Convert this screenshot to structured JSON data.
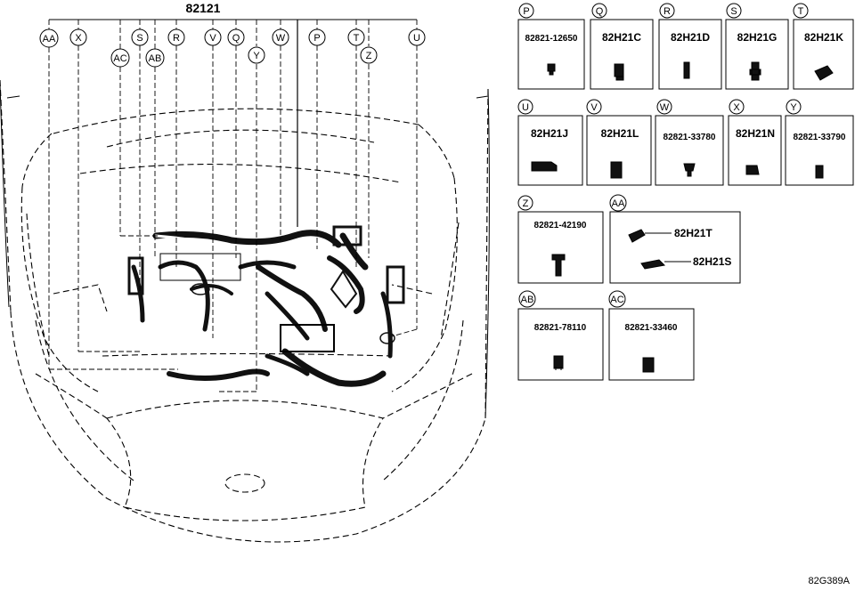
{
  "main_part_number": "82121",
  "document_code": "82G389A",
  "callouts_row1": [
    "AA",
    "X",
    "S",
    "R",
    "V",
    "Q",
    "W",
    "P",
    "T",
    "U"
  ],
  "callouts_row2": [
    "AC",
    "AB",
    "Y",
    "Z"
  ],
  "parts": [
    {
      "id": "P",
      "label": "P",
      "number": "82821-12650"
    },
    {
      "id": "Q",
      "label": "Q",
      "number": "82H21C"
    },
    {
      "id": "R",
      "label": "R",
      "number": "82H21D"
    },
    {
      "id": "S",
      "label": "S",
      "number": "82H21G"
    },
    {
      "id": "T",
      "label": "T",
      "number": "82H21K"
    },
    {
      "id": "U",
      "label": "U",
      "number": "82H21J"
    },
    {
      "id": "V",
      "label": "V",
      "number": "82H21L"
    },
    {
      "id": "W",
      "label": "W",
      "number": "82821-33780"
    },
    {
      "id": "X",
      "label": "X",
      "number": "82H21N"
    },
    {
      "id": "Y",
      "label": "Y",
      "number": "82821-33790"
    },
    {
      "id": "Z",
      "label": "Z",
      "number": "82821-42190"
    },
    {
      "id": "AA",
      "label": "AA",
      "number_a": "82H21T",
      "number_b": "82H21S"
    },
    {
      "id": "AB",
      "label": "AB",
      "number": "82821-78110"
    },
    {
      "id": "AC",
      "label": "AC",
      "number": "82821-33460"
    }
  ]
}
